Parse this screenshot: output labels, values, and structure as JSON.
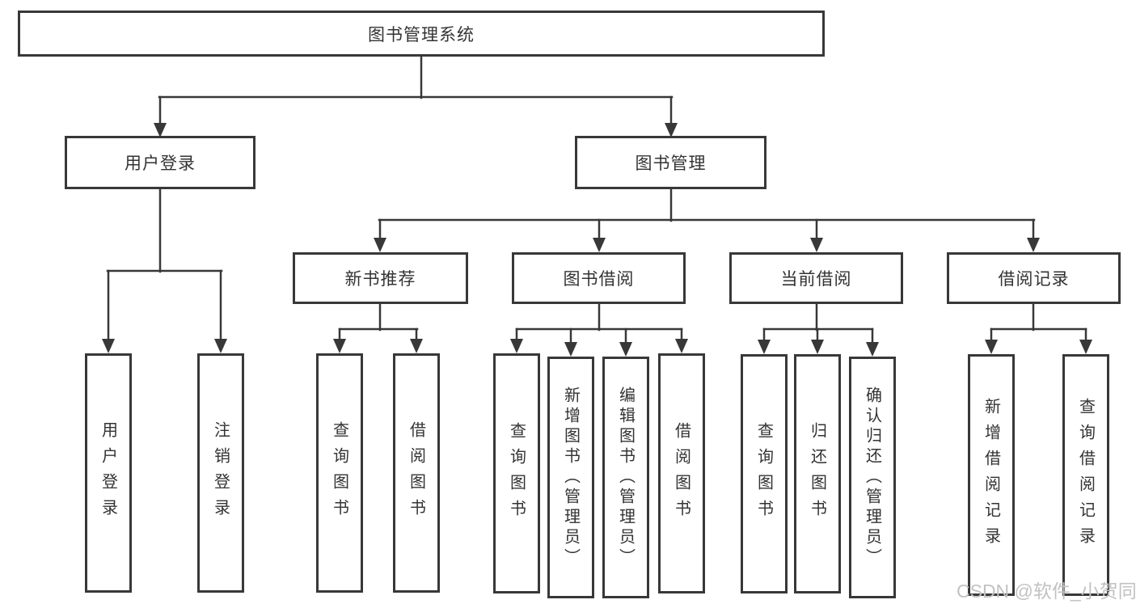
{
  "page": {
    "background": "#ffffff",
    "line_color": "#383838",
    "box_border_color": "#383838",
    "text_color": "#333333"
  },
  "watermark": {
    "text": "CSDN @软件_小贺同学",
    "color": "#c2c2c2"
  },
  "tree": {
    "root": {
      "label": "图书管理系统"
    },
    "branches": [
      {
        "label": "用户登录",
        "children": [
          "用户登录",
          "注销登录"
        ]
      },
      {
        "label": "图书管理",
        "children": [
          {
            "label": "新书推荐",
            "children": [
              "查询图书",
              "借阅图书"
            ]
          },
          {
            "label": "图书借阅",
            "children": [
              "查询图书",
              "新增图书（管理员）",
              "编辑图书（管理员）",
              "借阅图书"
            ]
          },
          {
            "label": "当前借阅",
            "children": [
              "查询图书",
              "归还图书",
              "确认归还（管理员）"
            ]
          },
          {
            "label": "借阅记录",
            "children": [
              "新增借阅记录",
              "查询借阅记录"
            ]
          }
        ]
      }
    ]
  }
}
